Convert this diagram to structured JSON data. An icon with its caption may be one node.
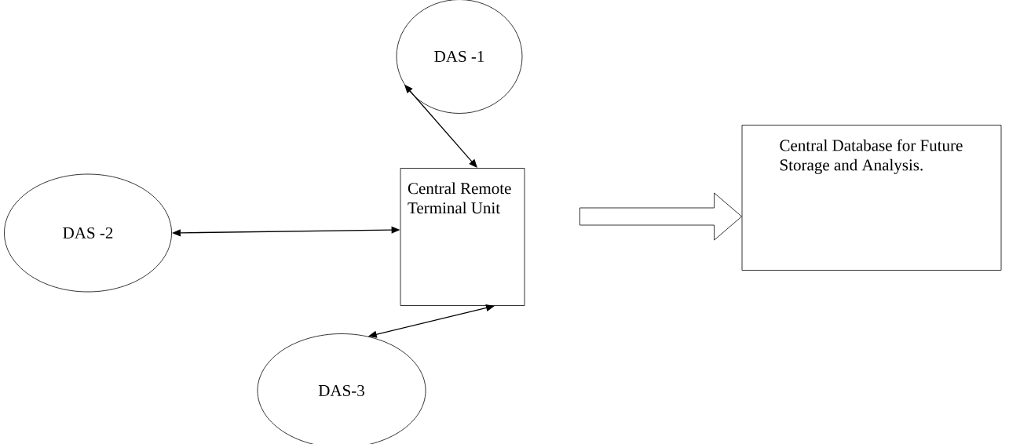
{
  "diagram": {
    "nodes": [
      {
        "text": [
          "DAS -1"
        ]
      },
      {
        "text": [
          "DAS -2"
        ]
      },
      {
        "text": [
          "Central Remote Terminal Unit"
        ]
      },
      {
        "text": [
          "Central Database for Future Storage and Analysis."
        ]
      },
      {
        "text": [
          "DAS-3"
        ]
      }
    ],
    "edges": [
      {
        "from": 0,
        "to": 2,
        "arrow": "both"
      },
      {
        "from": 1,
        "to": 2,
        "arrow": "both"
      },
      {
        "from": 4,
        "to": 2,
        "arrow": "both"
      },
      {
        "from": 2,
        "to": 3,
        "arrow": "to",
        "style": "thick"
      }
    ]
  }
}
